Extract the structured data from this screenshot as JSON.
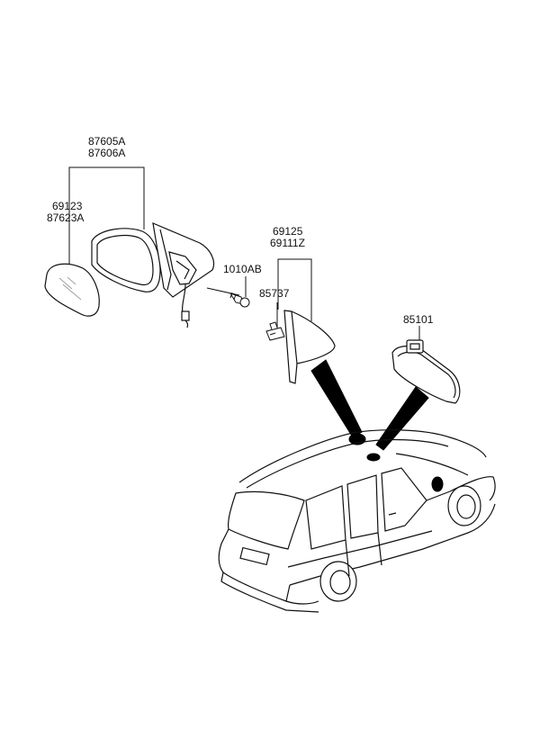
{
  "labels": {
    "outer_mirror_1": "87605A",
    "outer_mirror_2": "87606A",
    "mirror_glass_1": "69123",
    "mirror_glass_2": "87623A",
    "screw": "1010AB",
    "delta_cover_1": "69125",
    "delta_cover_2": "69111Z",
    "clip": "85737",
    "inside_mirror": "85101"
  }
}
